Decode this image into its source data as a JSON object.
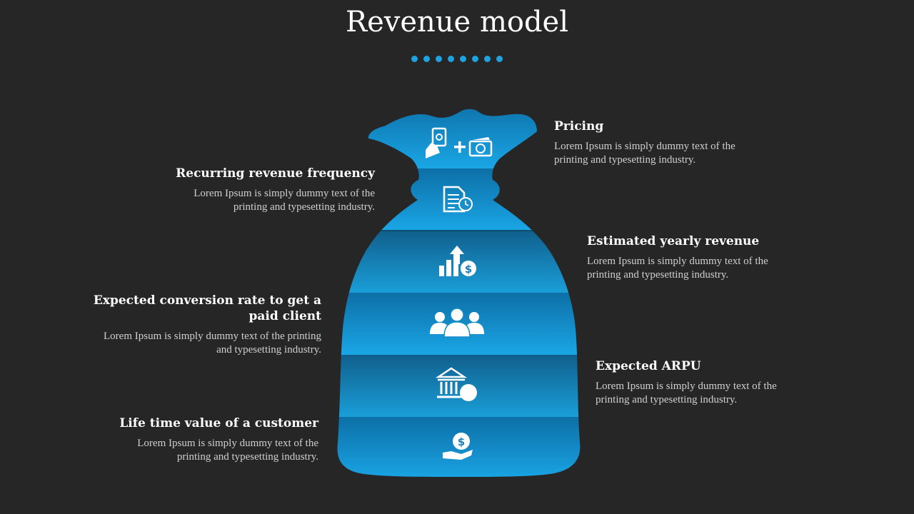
{
  "title": "Revenue model",
  "accent_color": "#1ca3e0",
  "background_color": "#262626",
  "decoration": {
    "dot_count": 8
  },
  "layers": [
    {
      "icon": "money-cash-plus-icon"
    },
    {
      "icon": "document-clock-icon"
    },
    {
      "icon": "growth-chart-dollar-icon"
    },
    {
      "icon": "people-group-icon"
    },
    {
      "icon": "bank-coin-icon"
    },
    {
      "icon": "hand-dollar-icon"
    }
  ],
  "items": [
    {
      "heading": "Pricing",
      "body": "Lorem Ipsum is simply dummy text of the printing and typesetting industry."
    },
    {
      "heading": "Recurring revenue frequency",
      "body": "Lorem Ipsum is simply dummy text of the printing and typesetting industry."
    },
    {
      "heading": "Estimated yearly revenue",
      "body": "Lorem Ipsum is simply dummy text of the printing and typesetting industry."
    },
    {
      "heading": "Expected conversion rate to get a paid client",
      "body": "Lorem Ipsum is simply dummy text of the printing and typesetting industry."
    },
    {
      "heading": "Expected ARPU",
      "body": "Lorem Ipsum is simply dummy text of the printing and typesetting industry."
    },
    {
      "heading": "Life time value of  a customer",
      "body": "Lorem Ipsum is simply dummy text of the printing and typesetting industry."
    }
  ]
}
